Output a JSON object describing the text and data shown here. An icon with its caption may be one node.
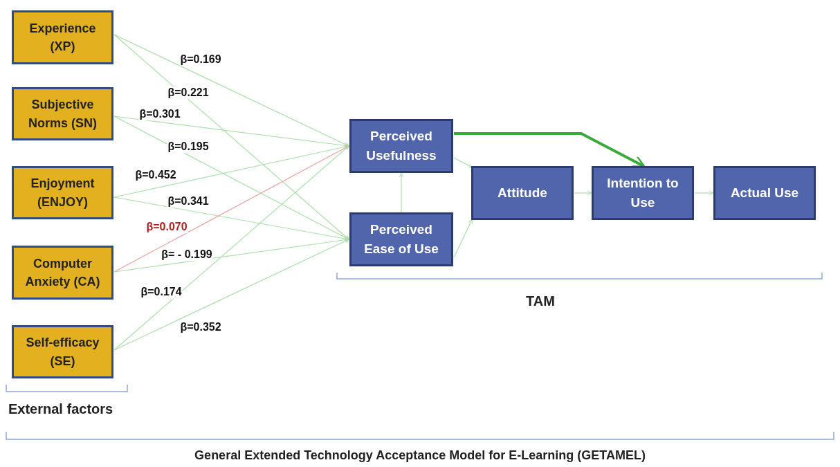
{
  "diagram": {
    "caption": "General Extended Technology Acceptance Model for E-Learning (GETAMEL)",
    "nodes": [
      {
        "text": [
          "Experience (XP)"
        ]
      },
      {
        "text": [
          "Subjective Norms (SN)"
        ]
      },
      {
        "text": [
          "Enjoyment (ENJOY)"
        ]
      },
      {
        "text": [
          "Computer Anxiety (CA)"
        ]
      },
      {
        "text": [
          "Self-efficacy (SE)"
        ]
      },
      {
        "text": [
          "Perceived Usefulness"
        ]
      },
      {
        "text": [
          "Perceived Ease of Use"
        ]
      },
      {
        "text": [
          "Attitude"
        ]
      },
      {
        "text": [
          "Intention to Use"
        ]
      },
      {
        "text": [
          "Actual Use"
        ]
      }
    ],
    "edges": [
      {
        "from": 0,
        "to": 5,
        "arrow": "to",
        "label": "β=0.169"
      },
      {
        "from": 0,
        "to": 6,
        "arrow": "to",
        "label": "β=0.221"
      },
      {
        "from": 1,
        "to": 5,
        "arrow": "to",
        "label": "β=0.301"
      },
      {
        "from": 1,
        "to": 6,
        "arrow": "to",
        "label": "β=0.195"
      },
      {
        "from": 2,
        "to": 5,
        "arrow": "to",
        "label": "β=0.452"
      },
      {
        "from": 2,
        "to": 6,
        "arrow": "to",
        "label": "β=0.341"
      },
      {
        "from": 3,
        "to": 5,
        "arrow": "to",
        "label": "β=0.070",
        "color": "#e8a0a0"
      },
      {
        "from": 3,
        "to": 6,
        "arrow": "to",
        "label": "β= - 0.199"
      },
      {
        "from": 4,
        "to": 5,
        "arrow": "to",
        "label": "β=0.174"
      },
      {
        "from": 4,
        "to": 6,
        "arrow": "to",
        "label": "β=0.352"
      },
      {
        "from": 6,
        "to": 5,
        "arrow": "to"
      },
      {
        "from": 5,
        "to": 7,
        "arrow": "to"
      },
      {
        "from": 6,
        "to": 7,
        "arrow": "to"
      },
      {
        "from": 7,
        "to": 8,
        "arrow": "to"
      },
      {
        "from": 5,
        "to": 8,
        "arrow": "to",
        "style": "thick",
        "color": "#3aaa3a"
      },
      {
        "from": 8,
        "to": 9,
        "arrow": "to"
      }
    ],
    "labels": [
      "External factors",
      "TAM"
    ]
  }
}
